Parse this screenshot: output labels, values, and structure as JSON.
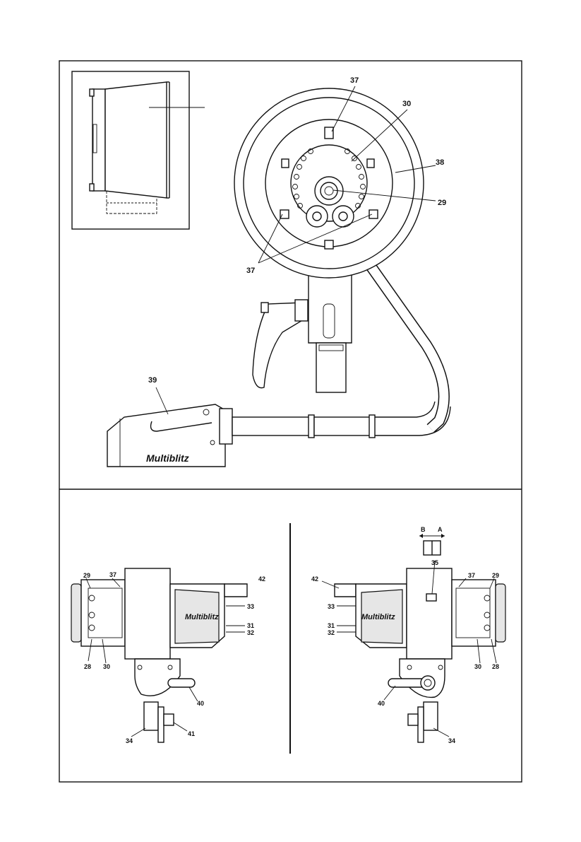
{
  "brand_label": "Multiblitz",
  "top_figure": {
    "callouts": {
      "c37_top": "37",
      "c30": "30",
      "c38": "38",
      "c29": "29",
      "c37_bottom": "37",
      "c39": "39"
    }
  },
  "left_view": {
    "callouts": {
      "c29": "29",
      "c37": "37",
      "c42": "42",
      "c33": "33",
      "c31": "31",
      "c32": "32",
      "c28": "28",
      "c30": "30",
      "c40": "40",
      "c41": "41",
      "c34": "34"
    }
  },
  "right_view": {
    "switch_labels": {
      "b": "B",
      "a": "A"
    },
    "callouts": {
      "c35": "35",
      "c42": "42",
      "c37": "37",
      "c29": "29",
      "c33": "33",
      "c31": "31",
      "c32": "32",
      "c30": "30",
      "c28": "28",
      "c40": "40",
      "c34": "34"
    }
  }
}
